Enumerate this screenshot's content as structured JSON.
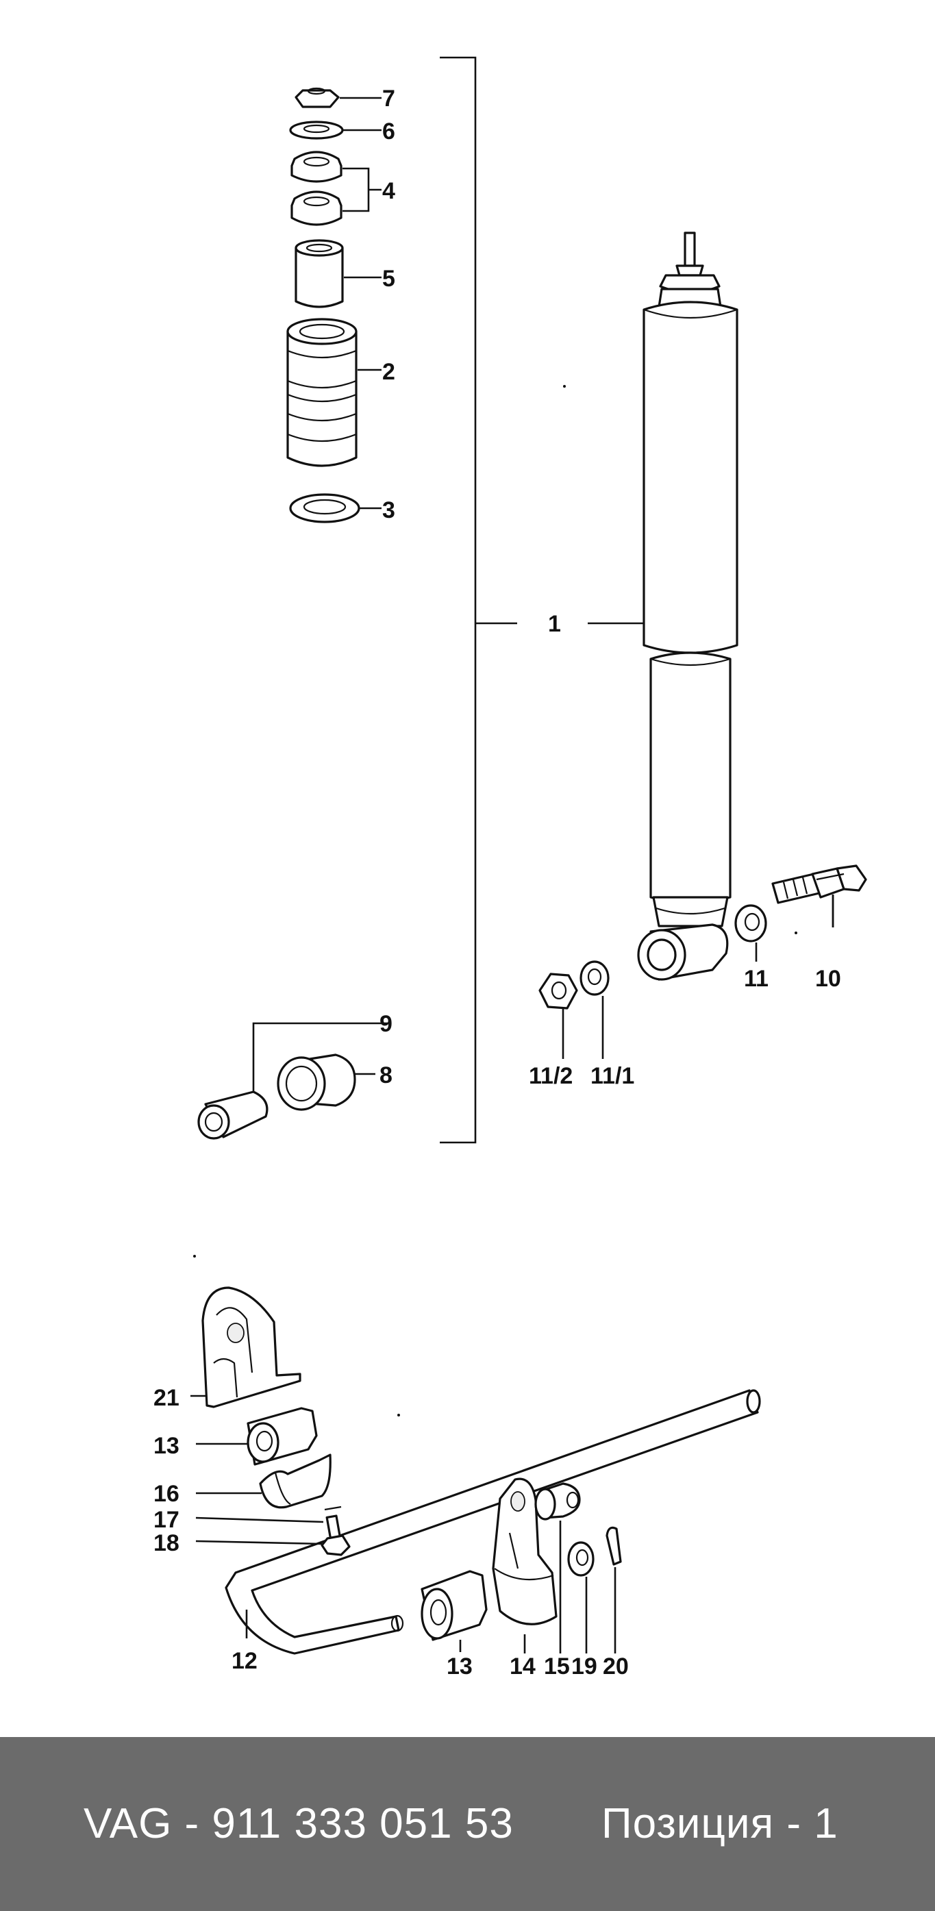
{
  "diagram": {
    "callouts": {
      "c1": "1",
      "c2": "2",
      "c3": "3",
      "c4": "4",
      "c5": "5",
      "c6": "6",
      "c7": "7",
      "c8": "8",
      "c9": "9",
      "c10": "10",
      "c11": "11",
      "c11_1": "11/1",
      "c11_2": "11/2",
      "c12": "12",
      "c13a": "13",
      "c13b": "13",
      "c14": "14",
      "c15": "15",
      "c16": "16",
      "c17": "17",
      "c18": "18",
      "c19": "19",
      "c20": "20",
      "c21": "21"
    }
  },
  "footer": {
    "part_code": "VAG - 911 333 051 53",
    "position": "Позиция - 1"
  }
}
